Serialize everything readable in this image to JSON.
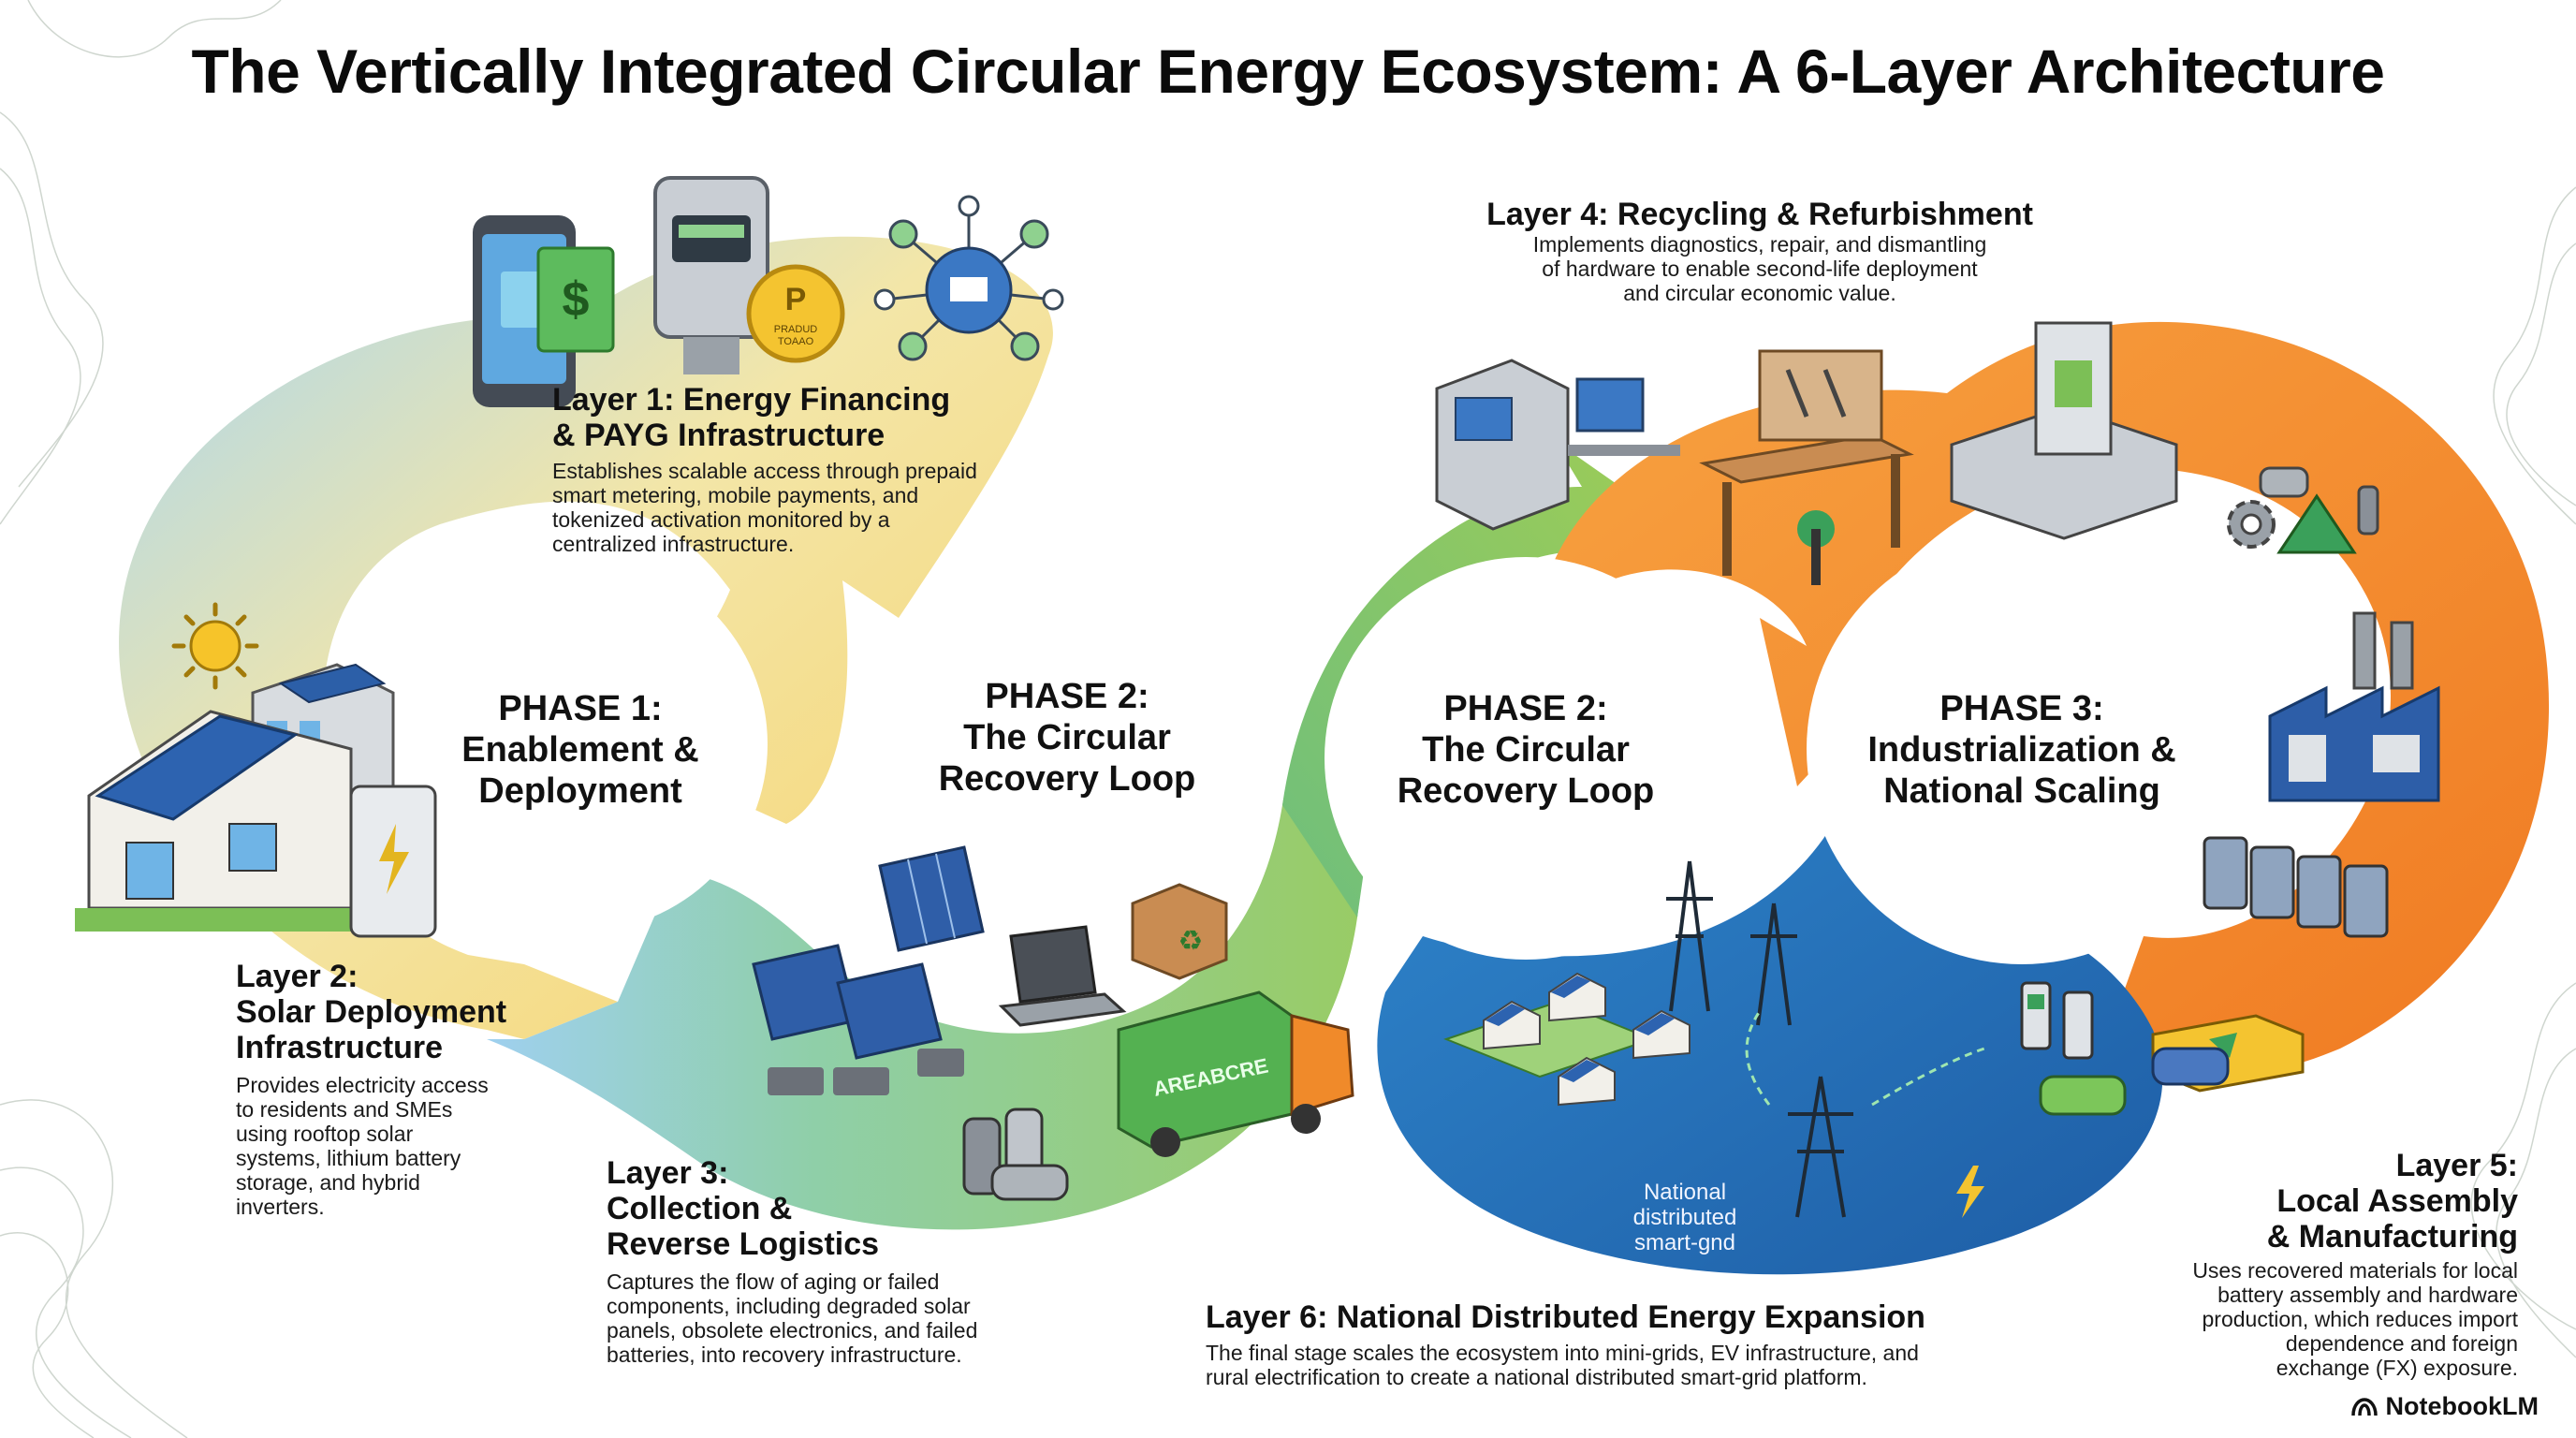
{
  "title": "The Vertically Integrated Circular Energy Ecosystem: A 6-Layer Architecture",
  "phases": {
    "p1": [
      "PHASE 1:",
      "Enablement &",
      "Deployment"
    ],
    "p2a": [
      "PHASE 2:",
      "The Circular",
      "Recovery Loop"
    ],
    "p2b": [
      "PHASE 2:",
      "The Circular",
      "Recovery Loop"
    ],
    "p3": [
      "PHASE 3:",
      "Industrialization &",
      "National Scaling"
    ]
  },
  "layers": {
    "l1": {
      "heading": [
        "Layer 1: Energy Financing",
        "& PAYG Infrastructure"
      ],
      "body": [
        "Establishes scalable access through prepaid",
        "smart metering, mobile payments, and",
        "tokenized activation monitored by a",
        "centralized infrastructure."
      ]
    },
    "l2": {
      "heading": [
        "Layer 2:",
        "Solar Deployment",
        "Infrastructure"
      ],
      "body": [
        "Provides electricity access",
        "to residents and SMEs",
        "using rooftop solar",
        "systems, lithium battery",
        "storage, and hybrid",
        "inverters."
      ]
    },
    "l3": {
      "heading": [
        "Layer 3:",
        "Collection &",
        "Reverse Logistics"
      ],
      "body": [
        "Captures the flow of aging or failed",
        "components, including degraded solar",
        "panels, obsolete electronics, and failed",
        "batteries, into recovery infrastructure."
      ]
    },
    "l4": {
      "heading": [
        "Layer 4: Recycling & Refurbishment"
      ],
      "body": [
        "Implements diagnostics, repair, and dismantling",
        "of hardware to enable second-life deployment",
        "and circular economic value."
      ]
    },
    "l5": {
      "heading": [
        "Layer 5:",
        "Local Assembly",
        "& Manufacturing"
      ],
      "body": [
        "Uses recovered materials for local",
        "battery assembly and hardware",
        "production, which reduces import",
        "dependence and foreign",
        "exchange (FX) exposure."
      ]
    },
    "l6": {
      "heading": [
        "Layer 6: National Distributed Energy Expansion"
      ],
      "body": [
        "The final stage scales the ecosystem into mini-grids, EV infrastructure, and",
        "rural electrification to create a national distributed smart-grid platform."
      ]
    }
  },
  "grid_label": [
    "National",
    "distributed",
    "smart-gnd"
  ],
  "truck_label": "AREABCRE",
  "coin_label": [
    "PRADUD",
    "TOAAO"
  ],
  "brand": "NotebookLM",
  "colors": {
    "yellow": "#F7D774",
    "green": "#8CC665",
    "teal_green": "#5FB68A",
    "orange": "#F39334",
    "blue": "#2B78C2",
    "light_blue": "#B7DCF2"
  },
  "icons": [
    "smartphone-icon",
    "smart-meter-icon",
    "coin-icon",
    "network-hub-icon",
    "sun-icon",
    "house-solar-icon",
    "battery-storage-icon",
    "solar-panel-icon",
    "laptop-icon",
    "recycle-box-icon",
    "truck-icon",
    "battery-cell-icon",
    "computer-station-icon",
    "repair-bench-icon",
    "recycling-machine-icon",
    "gear-icon",
    "factory-icon",
    "battery-pack-icon",
    "transmission-tower-icon",
    "ev-charger-icon",
    "car-icon",
    "lightning-icon",
    "brand-logo-icon"
  ]
}
